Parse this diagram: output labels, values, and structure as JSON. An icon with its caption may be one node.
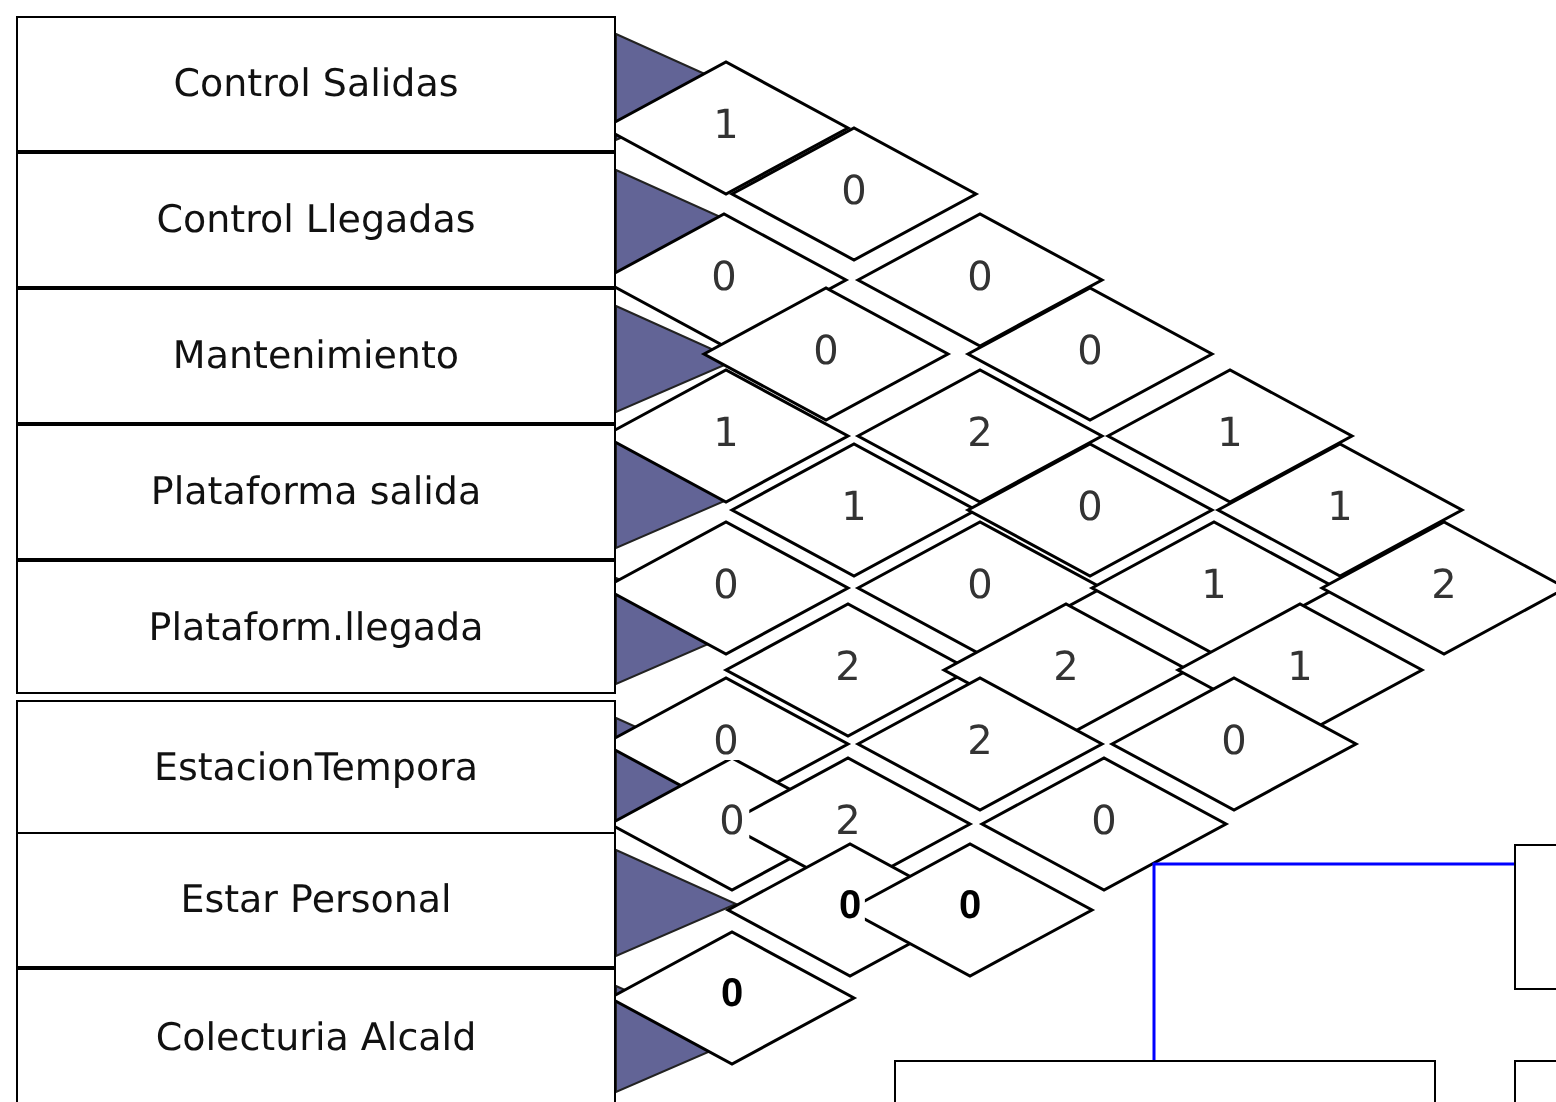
{
  "diagram": {
    "nodes": [
      {
        "text": [
          "Control Salidas"
        ]
      },
      {
        "text": [
          "Control Llegadas"
        ]
      },
      {
        "text": [
          "Mantenimiento"
        ]
      },
      {
        "text": [
          "Plataforma salida"
        ]
      },
      {
        "text": [
          "Plataform.llegada"
        ]
      },
      {
        "text": [
          "EstacionTempora"
        ]
      },
      {
        "text": [
          "Estar Personal"
        ]
      },
      {
        "text": [
          "Colecturia Alcald"
        ]
      },
      {
        "text": [],
        "shape": "box"
      },
      {
        "text": [],
        "shape": "box"
      },
      {
        "text": [],
        "shape": "box"
      }
    ],
    "edges": [
      {
        "from": 8,
        "to": 9,
        "arrow": "none",
        "color": "#0000ff"
      }
    ],
    "labels": [
      "1",
      "0",
      "0",
      "0",
      "0",
      "0",
      "1",
      "2",
      "1",
      "1",
      "0",
      "1",
      "0",
      "0",
      "1",
      "2",
      "2",
      "2",
      "1",
      "0",
      "2",
      "0",
      "0",
      "2",
      "0",
      "0",
      "0",
      "0"
    ]
  }
}
